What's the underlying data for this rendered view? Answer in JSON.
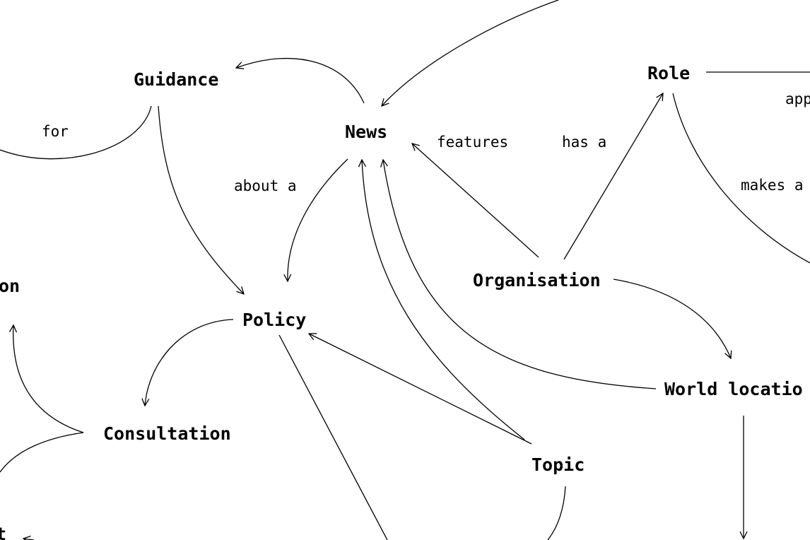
{
  "diagram": {
    "nodes": {
      "guidance": "Guidance",
      "news": "News",
      "role": "Role",
      "policy": "Policy",
      "organisation": "Organisation",
      "consultation": "Consultation",
      "topic": "Topic",
      "world_location": "World locatio",
      "left_cut_top": "on",
      "left_cut_bottom": "t"
    },
    "edge_labels": {
      "for": "for",
      "about_a": "about a",
      "features": "features",
      "has_a": "has a",
      "makes_a": "makes a",
      "app": "app"
    }
  }
}
